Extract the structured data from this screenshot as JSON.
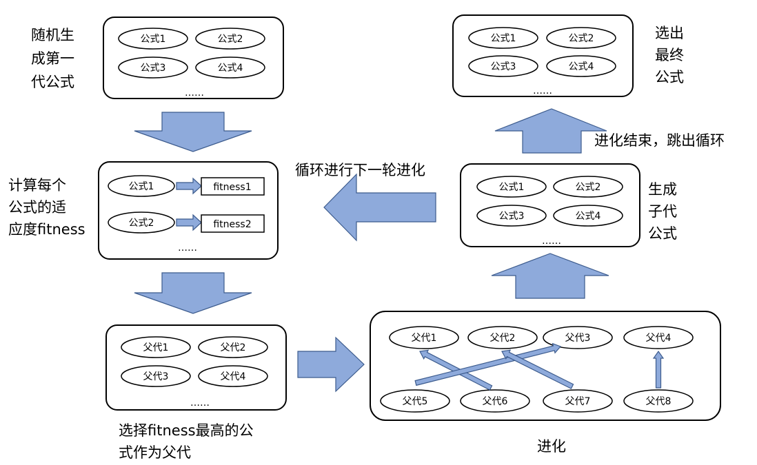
{
  "colors": {
    "arrow_fill": "#8eaadb",
    "arrow_stroke": "#3b5a8c"
  },
  "step1": {
    "label": [
      "随机生",
      "成第一",
      "代公式"
    ],
    "items": [
      "公式1",
      "公式2",
      "公式3",
      "公式4"
    ],
    "more": "……"
  },
  "step2": {
    "label": [
      "计算每个",
      "公式的适",
      "应度fitness"
    ],
    "items": [
      "公式1",
      "公式2"
    ],
    "results": [
      "fitness1",
      "fitness2"
    ],
    "more": "……"
  },
  "step3": {
    "label": [
      "选择fitness最高的公",
      "式作为父代"
    ],
    "items": [
      "父代1",
      "父代2",
      "父代3",
      "父代4"
    ],
    "more": "……"
  },
  "step4": {
    "label": "进化",
    "top": [
      "父代1",
      "父代2",
      "父代3",
      "父代4"
    ],
    "bottom": [
      "父代5",
      "父代6",
      "父代7",
      "父代8"
    ]
  },
  "step5": {
    "label": [
      "生成",
      "子代",
      "公式"
    ],
    "items": [
      "公式1",
      "公式2",
      "公式3",
      "公式4"
    ],
    "more": "……"
  },
  "loop_label": "循环进行下一轮进化",
  "exit_label": "进化结束，跳出循环",
  "step6": {
    "label": [
      "选出",
      "最终",
      "公式"
    ],
    "items": [
      "公式1",
      "公式2",
      "公式3",
      "公式4"
    ],
    "more": "……"
  }
}
